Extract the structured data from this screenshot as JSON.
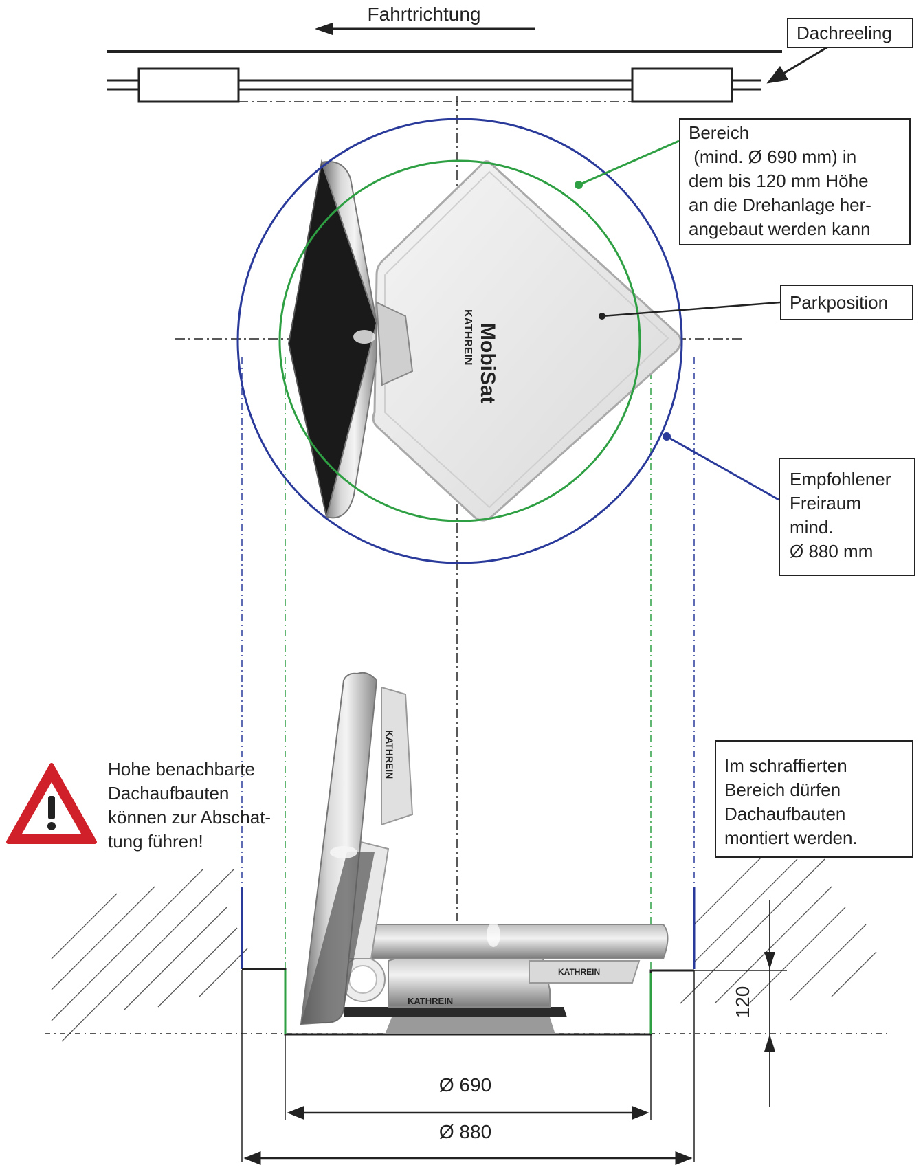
{
  "labels": {
    "direction": "Fahrtrichtung",
    "roof_rail": "Dachreeling",
    "area_lines": [
      "Bereich",
      " (mind. Ø 690 mm) in",
      "dem bis 120 mm Höhe",
      "an die Drehanlage her-",
      "angebaut werden kann"
    ],
    "park_position": "Parkposition",
    "clearance_lines": [
      "Empfohlener",
      "Freiraum",
      "mind.",
      "Ø 880 mm"
    ],
    "hatched_lines": [
      "Im schraffierten",
      "Bereich dürfen",
      "Dachaufbauten",
      "montiert werden."
    ],
    "warning_lines": [
      "Hohe benachbarte",
      "Dachaufbauten",
      "können zur Abschat-",
      "tung führen!"
    ]
  },
  "dimensions": {
    "inner": "Ø 690",
    "outer": "Ø 880",
    "height": "120"
  },
  "brand": {
    "logo_text": "KATHREIN",
    "product_text": "MobiSat"
  },
  "colors": {
    "recommended_clearance": "#2a3a9a",
    "mounting_area": "#2ea043",
    "warning": "#d0202a",
    "outline": "#222222"
  }
}
